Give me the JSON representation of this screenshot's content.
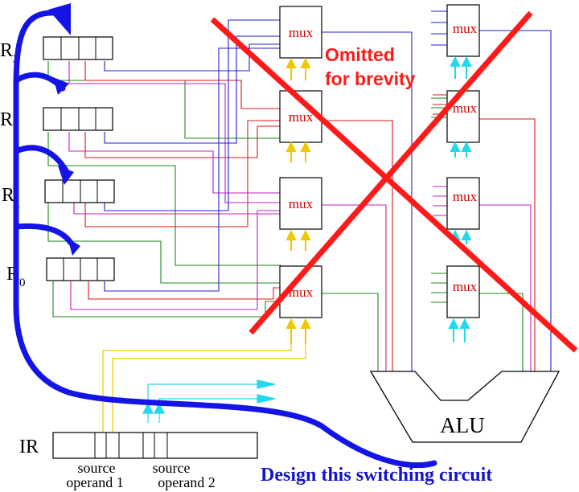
{
  "registers": {
    "r3": {
      "letter": "R",
      "sub": "3"
    },
    "r2": {
      "letter": "R",
      "sub": "2"
    },
    "r1": {
      "letter": "R",
      "sub": "1"
    },
    "r0": {
      "letter": "R",
      "sub": "0"
    }
  },
  "mux_label": "mux",
  "alu_label": "ALU",
  "ir_label": "IR",
  "source1": {
    "line1": "source",
    "line2": "operand 1"
  },
  "source2": {
    "line1": "source",
    "line2": "operand 2"
  },
  "omitted": {
    "line1": "Omitted",
    "line2": "for brevity"
  },
  "design_note": "Design this switching circuit",
  "colors": {
    "bus": "#1414e6",
    "cross": "#ff1a1a",
    "annot_red": "#ff1a1a",
    "annot_blue": "#1414cc",
    "mux_text": "#cc0000",
    "sel_yellow": "#f0c800",
    "sel_cyan": "#22d8f0",
    "wire_green": "#1a8a1a",
    "wire_red": "#d81a1a",
    "wire_magenta": "#c020c0",
    "wire_blue": "#2020d0"
  }
}
